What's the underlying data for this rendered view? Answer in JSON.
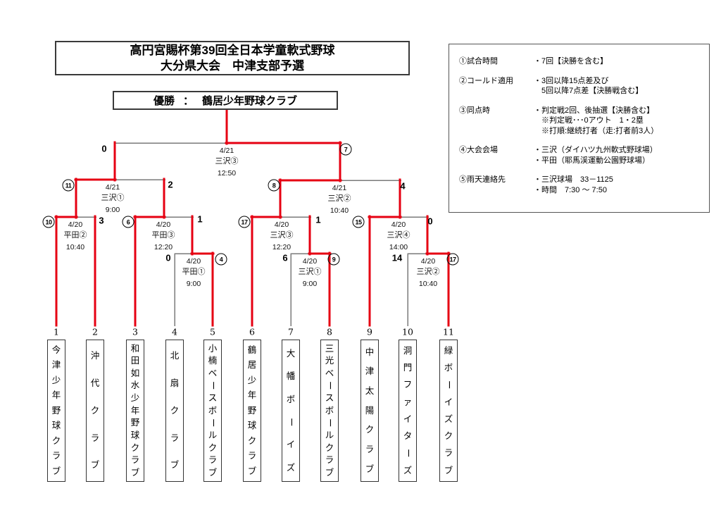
{
  "title": {
    "line1": "高円宮賜杯第39回全日本学童軟式野球",
    "line2": "大分県大会　中津支部予選"
  },
  "champion": {
    "label": "優勝",
    "separator": "：",
    "name": "鶴居少年野球クラブ"
  },
  "info_box": {
    "items": [
      {
        "label": "①試合時間",
        "lines": [
          "・7回【決勝を含む】"
        ]
      },
      {
        "label": "②コールド適用",
        "lines": [
          "・3回以降15点差及び",
          "　5回以降7点差【決勝戦含む】"
        ]
      },
      {
        "label": "③同点時",
        "lines": [
          "・判定戦2回、後抽選【決勝含む】",
          "　※判定戦･･･0アウト　1・2塁",
          "　※打順:継続打者（走:打者前3人）"
        ]
      },
      {
        "label": "④大会会場",
        "lines": [
          "・三沢（ダイハツ九州軟式野球場）",
          "・平田（耶馬渓運動公園野球場）"
        ]
      },
      {
        "label": "⑤雨天連絡先",
        "lines": [
          "・三沢球場　33－1125",
          "・時間　7:30 ～ 7:50"
        ]
      }
    ]
  },
  "matches": [
    {
      "round": "final",
      "date": "4/21",
      "venue": "三沢③",
      "time": "12:50",
      "left_score": "0",
      "left_circled": false,
      "right_score": "7",
      "right_circled": true
    },
    {
      "round": "semifinal-1",
      "date": "4/21",
      "venue": "三沢①",
      "time": "9:00",
      "left_score": "11",
      "left_circled": true,
      "right_score": "2",
      "right_circled": false
    },
    {
      "round": "semifinal-2",
      "date": "4/21",
      "venue": "三沢②",
      "time": "10:40",
      "left_score": "8",
      "left_circled": true,
      "right_score": "4",
      "right_circled": false
    },
    {
      "round": "quarterfinal-1",
      "date": "4/20",
      "venue": "平田②",
      "time": "10:40",
      "left_score": "10",
      "left_circled": true,
      "right_score": "3",
      "right_circled": false
    },
    {
      "round": "quarterfinal-2",
      "date": "4/20",
      "venue": "平田③",
      "time": "12:20",
      "left_score": "6",
      "left_circled": true,
      "right_score": "1",
      "right_circled": false
    },
    {
      "round": "quarterfinal-3",
      "date": "4/20",
      "venue": "三沢③",
      "time": "12:20",
      "left_score": "17",
      "left_circled": true,
      "right_score": "1",
      "right_circled": false
    },
    {
      "round": "quarterfinal-4",
      "date": "4/20",
      "venue": "三沢④",
      "time": "14:00",
      "left_score": "15",
      "left_circled": true,
      "right_score": "0",
      "right_circled": false
    },
    {
      "round": "round1-a",
      "date": "4/20",
      "venue": "平田①",
      "time": "9:00",
      "left_score": "0",
      "left_circled": false,
      "right_score": "4",
      "right_circled": true
    },
    {
      "round": "round1-b",
      "date": "4/20",
      "venue": "三沢①",
      "time": "9:00",
      "left_score": "6",
      "left_circled": false,
      "right_score": "9",
      "right_circled": true
    },
    {
      "round": "round1-c",
      "date": "4/20",
      "venue": "三沢②",
      "time": "10:40",
      "left_score": "14",
      "left_circled": false,
      "right_score": "17",
      "right_circled": true
    }
  ],
  "teams": [
    {
      "seed": "1",
      "name": "今津少年野球クラブ"
    },
    {
      "seed": "2",
      "name": "沖代クラブ"
    },
    {
      "seed": "3",
      "name": "和田如水少年野球クラブ"
    },
    {
      "seed": "4",
      "name": "北扇クラブ"
    },
    {
      "seed": "5",
      "name": "小楠ベースボールクラブ"
    },
    {
      "seed": "6",
      "name": "鶴居少年野球クラブ"
    },
    {
      "seed": "7",
      "name": "大幡ボーイズ"
    },
    {
      "seed": "8",
      "name": "三光ベースボールクラブ"
    },
    {
      "seed": "9",
      "name": "中津太陽クラブ"
    },
    {
      "seed": "10",
      "name": "洞門ファイターズ"
    },
    {
      "seed": "11",
      "name": "緑ボーイズクラブ"
    }
  ],
  "colors": {
    "winner_path_red": "#e60012",
    "bracket_gray": "#7a7a7a",
    "text_black": "#000000"
  }
}
